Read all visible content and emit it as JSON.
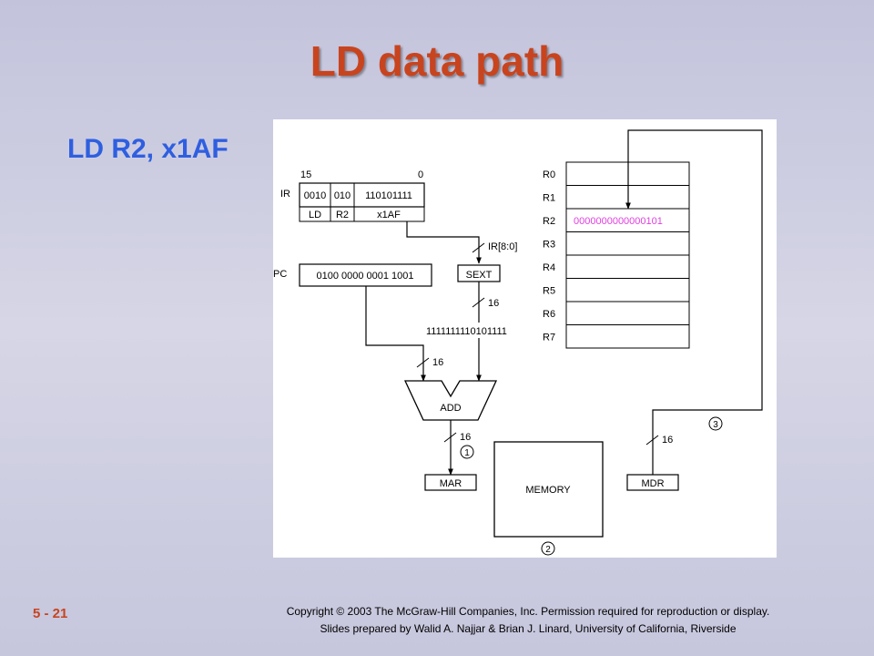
{
  "slide": {
    "title": "LD data path",
    "instruction": "LD R2, x1AF",
    "page_number": "5 - 21",
    "copyright": "Copyright © 2003 The McGraw-Hill Companies, Inc. Permission required for reproduction or display.",
    "credits": "Slides prepared by Walid A. Najjar & Brian J. Linard, University of California, Riverside"
  },
  "diagram": {
    "ir": {
      "label": "IR",
      "bit_high": "15",
      "bit_low": "0",
      "fields": [
        "0010",
        "010",
        "110101111"
      ],
      "field_labels": [
        "LD",
        "R2",
        "x1AF"
      ]
    },
    "pc": {
      "label": "PC",
      "value": "0100 0000 0001 1001"
    },
    "ir_bus_label": "IR[8:0]",
    "sext_label": "SEXT",
    "sext_width": "16",
    "sext_output": "1111111110101111",
    "pc_width": "16",
    "add_label": "ADD",
    "add_width": "16",
    "mar_label": "MAR",
    "memory_label": "MEMORY",
    "mdr_label": "MDR",
    "mdr_width": "16",
    "steps": [
      "1",
      "2",
      "3"
    ],
    "registers": [
      {
        "name": "R0",
        "value": ""
      },
      {
        "name": "R1",
        "value": ""
      },
      {
        "name": "R2",
        "value": "0000000000000101"
      },
      {
        "name": "R3",
        "value": ""
      },
      {
        "name": "R4",
        "value": ""
      },
      {
        "name": "R5",
        "value": ""
      },
      {
        "name": "R6",
        "value": ""
      },
      {
        "name": "R7",
        "value": ""
      }
    ],
    "highlight_color": "#e040e0"
  }
}
